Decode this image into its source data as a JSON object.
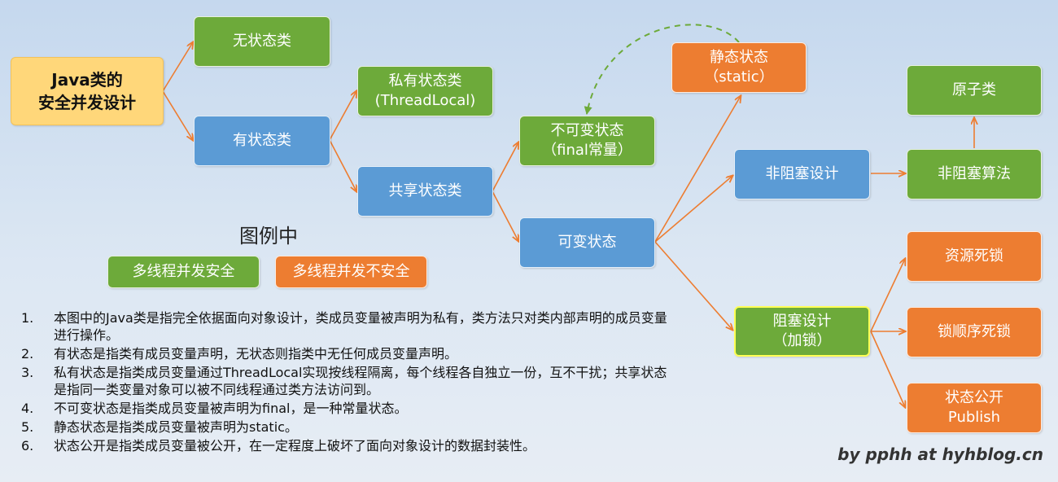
{
  "colors": {
    "green": "#6daa3a",
    "blue": "#5b9bd5",
    "orange": "#ed7d31",
    "root": "#ffd77a",
    "arrow": "#ed7d31",
    "dashed_arrow": "#6daa3a"
  },
  "nodes": {
    "root": {
      "line1": "Java类的",
      "line2": "安全并发设计"
    },
    "stateless": "无状态类",
    "stateful": "有状态类",
    "private_state": {
      "line1": "私有状态类",
      "line2": "(ThreadLocal)"
    },
    "shared_state": "共享状态类",
    "immutable_state": {
      "line1": "不可变状态",
      "line2": "（final常量）"
    },
    "mutable_state": "可变状态",
    "static_state": {
      "line1": "静态状态",
      "line2": "（static）"
    },
    "nonblocking_design": "非阻塞设计",
    "nonblocking_algorithm": "非阻塞算法",
    "atomic_class": "原子类",
    "blocking_design": {
      "line1": "阻塞设计",
      "line2": "（加锁）"
    },
    "resource_deadlock": "资源死锁",
    "lock_order_deadlock": "锁顺序死锁",
    "state_publish": {
      "line1": "状态公开",
      "line2": "Publish"
    }
  },
  "legend": {
    "title": "图例中",
    "safe": "多线程并发安全",
    "unsafe": "多线程并发不安全"
  },
  "notes": [
    {
      "num": "1.",
      "text": "本图中的Java类是指完全依据面向对象设计，类成员变量被声明为私有，类方法只对类内部声明的成员变量进行操作。"
    },
    {
      "num": "2.",
      "text": "有状态是指类有成员变量声明，无状态则指类中无任何成员变量声明。"
    },
    {
      "num": "3.",
      "text": "私有状态是指类成员变量通过ThreadLocal实现按线程隔离，每个线程各自独立一份，互不干扰；共享状态是指同一类变量对象可以被不同线程通过类方法访问到。"
    },
    {
      "num": "4.",
      "text": "不可变状态是指类成员变量被声明为final，是一种常量状态。"
    },
    {
      "num": "5.",
      "text": "静态状态是指类成员变量被声明为static。"
    },
    {
      "num": "6.",
      "text": "状态公开是指类成员变量被公开，在一定程度上破坏了面向对象设计的数据封装性。"
    }
  ],
  "credit": "by pphh at hyhblog.cn"
}
